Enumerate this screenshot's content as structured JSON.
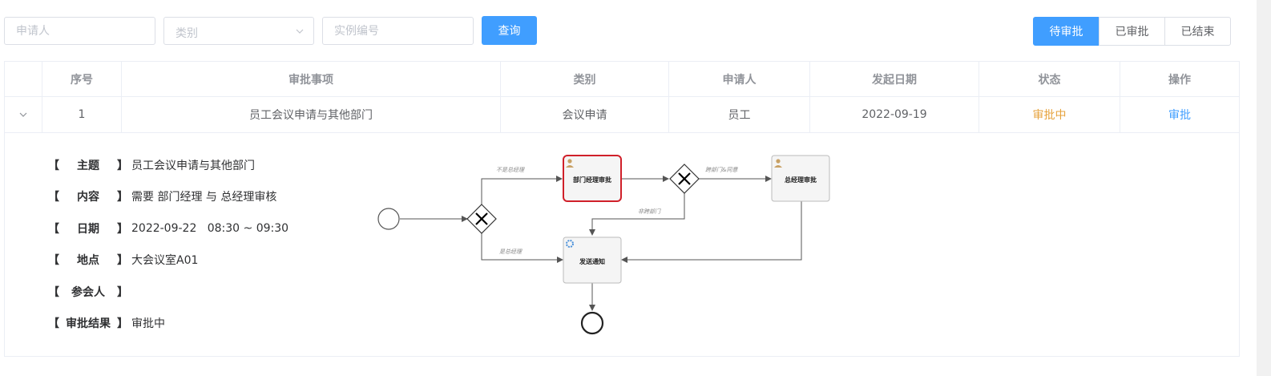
{
  "filters": {
    "applicant_placeholder": "申请人",
    "category_placeholder": "类别",
    "instance_placeholder": "实例编号",
    "query_label": "查询"
  },
  "tabs": [
    {
      "label": "待审批",
      "active": true
    },
    {
      "label": "已审批",
      "active": false
    },
    {
      "label": "已结束",
      "active": false
    }
  ],
  "table": {
    "headers": [
      "序号",
      "审批事项",
      "类别",
      "申请人",
      "发起日期",
      "状态",
      "操作"
    ],
    "rows": [
      {
        "index": "1",
        "item": "员工会议申请与其他部门",
        "category": "会议申请",
        "applicant": "员工",
        "date": "2022-09-19",
        "status": "审批中",
        "action": "审批"
      }
    ]
  },
  "detail": {
    "topic_label": "主题",
    "topic": "员工会议申请与其他部门",
    "content_label": "内容",
    "content": "需要 部门经理 与 总经理审核",
    "date_label": "日期",
    "date": "2022-09-22   08:30 ~ 09:30",
    "location_label": "地点",
    "location": "大会议室A01",
    "attendees_label": "参会人",
    "attendees": "",
    "result_label": "审批结果",
    "result": "审批中"
  },
  "flow": {
    "task_dept": "部门经理审批",
    "task_gm": "总经理审批",
    "task_notify": "发送通知",
    "edge_not_gm": "不是总经理",
    "edge_is_gm": "是总经理",
    "edge_cross": "跨部门&同意",
    "edge_not_cross": "非跨部门",
    "active_color": "#d0202a"
  },
  "colors": {
    "primary": "#409eff",
    "status": "#e6a23c"
  }
}
